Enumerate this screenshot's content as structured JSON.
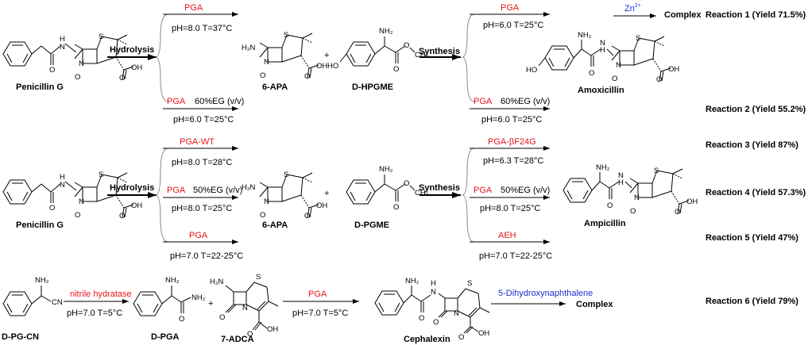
{
  "colors": {
    "enzyme": "#e8141b",
    "reagent": "#1f2fd0",
    "text": "#000000"
  },
  "compounds": {
    "penicillin_g": "Penicillin G",
    "apa": "6-APA",
    "d_hpgme": "D-HPGME",
    "amoxicillin": "Amoxicillin",
    "d_pgme": "D-PGME",
    "ampicillin": "Ampicillin",
    "d_pg_cn": "D-PG-CN",
    "d_pga": "D-PGA",
    "adca": "7-ADCA",
    "cephalexin": "Cephalexin",
    "complex": "Complex"
  },
  "steps": {
    "hydrolysis": "Hydrolysis",
    "synthesis": "Synthesis"
  },
  "plus": "+",
  "atoms": {
    "h": "H",
    "n": "N",
    "s": "S",
    "o": "O",
    "oh": "OH",
    "ho": "HO",
    "h2n": "H₂N",
    "nh2": "NH₂",
    "ch3": "CH₃",
    "cn": "CN"
  },
  "row1": {
    "hyd_top": {
      "enzyme": "PGA",
      "cond": "pH=8.0  T=37°C"
    },
    "hyd_bottom": {
      "enzyme": "PGA",
      "extra": "60%EG (v/v)",
      "cond": "pH=6.0  T=25°C"
    },
    "syn_top": {
      "enzyme": "PGA",
      "cond": "pH=6.0  T=25°C"
    },
    "syn_bottom": {
      "enzyme": "PGA",
      "extra": "60%EG (v/v)",
      "cond": "pH=6.0  T=25°C"
    },
    "zn": "Zn",
    "zn_charge": "2+"
  },
  "row2": {
    "hyd_top": {
      "enzyme": "PGA-WT",
      "cond": "pH=8.0  T=28°C"
    },
    "hyd_mid": {
      "enzyme": "PGA",
      "extra": "50%EG (v/v)",
      "cond": "pH=8.0  T=25°C"
    },
    "hyd_bottom": {
      "enzyme": "PGA",
      "cond": "pH=7.0  T=22-25°C"
    },
    "syn_top": {
      "enzyme": "PGA-βF24G",
      "cond": "pH=6.3  T=28°C"
    },
    "syn_mid": {
      "enzyme": "PGA",
      "extra": "50%EG (v/v)",
      "cond": "pH=8.0  T=25°C"
    },
    "syn_bottom": {
      "enzyme": "AEH",
      "cond": "pH=7.0  T=22-25°C"
    }
  },
  "row3": {
    "step1": {
      "enzyme": "nitrile hydratase",
      "cond": "pH=7.0  T=5°C"
    },
    "step2": {
      "enzyme": "PGA",
      "cond": "pH=7.0  T=5°C"
    },
    "step3": {
      "reagent": "5-Dihydroxynaphthalene"
    }
  },
  "reactions": [
    "Reaction 1 (Yield 71.5%)",
    "Reaction 2 (Yield 55.2%)",
    "Reaction 3 (Yield 87%)",
    "Reaction 4 (Yield 57.3%)",
    "Reaction 5 (Yield 47%)",
    "Reaction 6 (Yield 79%)"
  ]
}
